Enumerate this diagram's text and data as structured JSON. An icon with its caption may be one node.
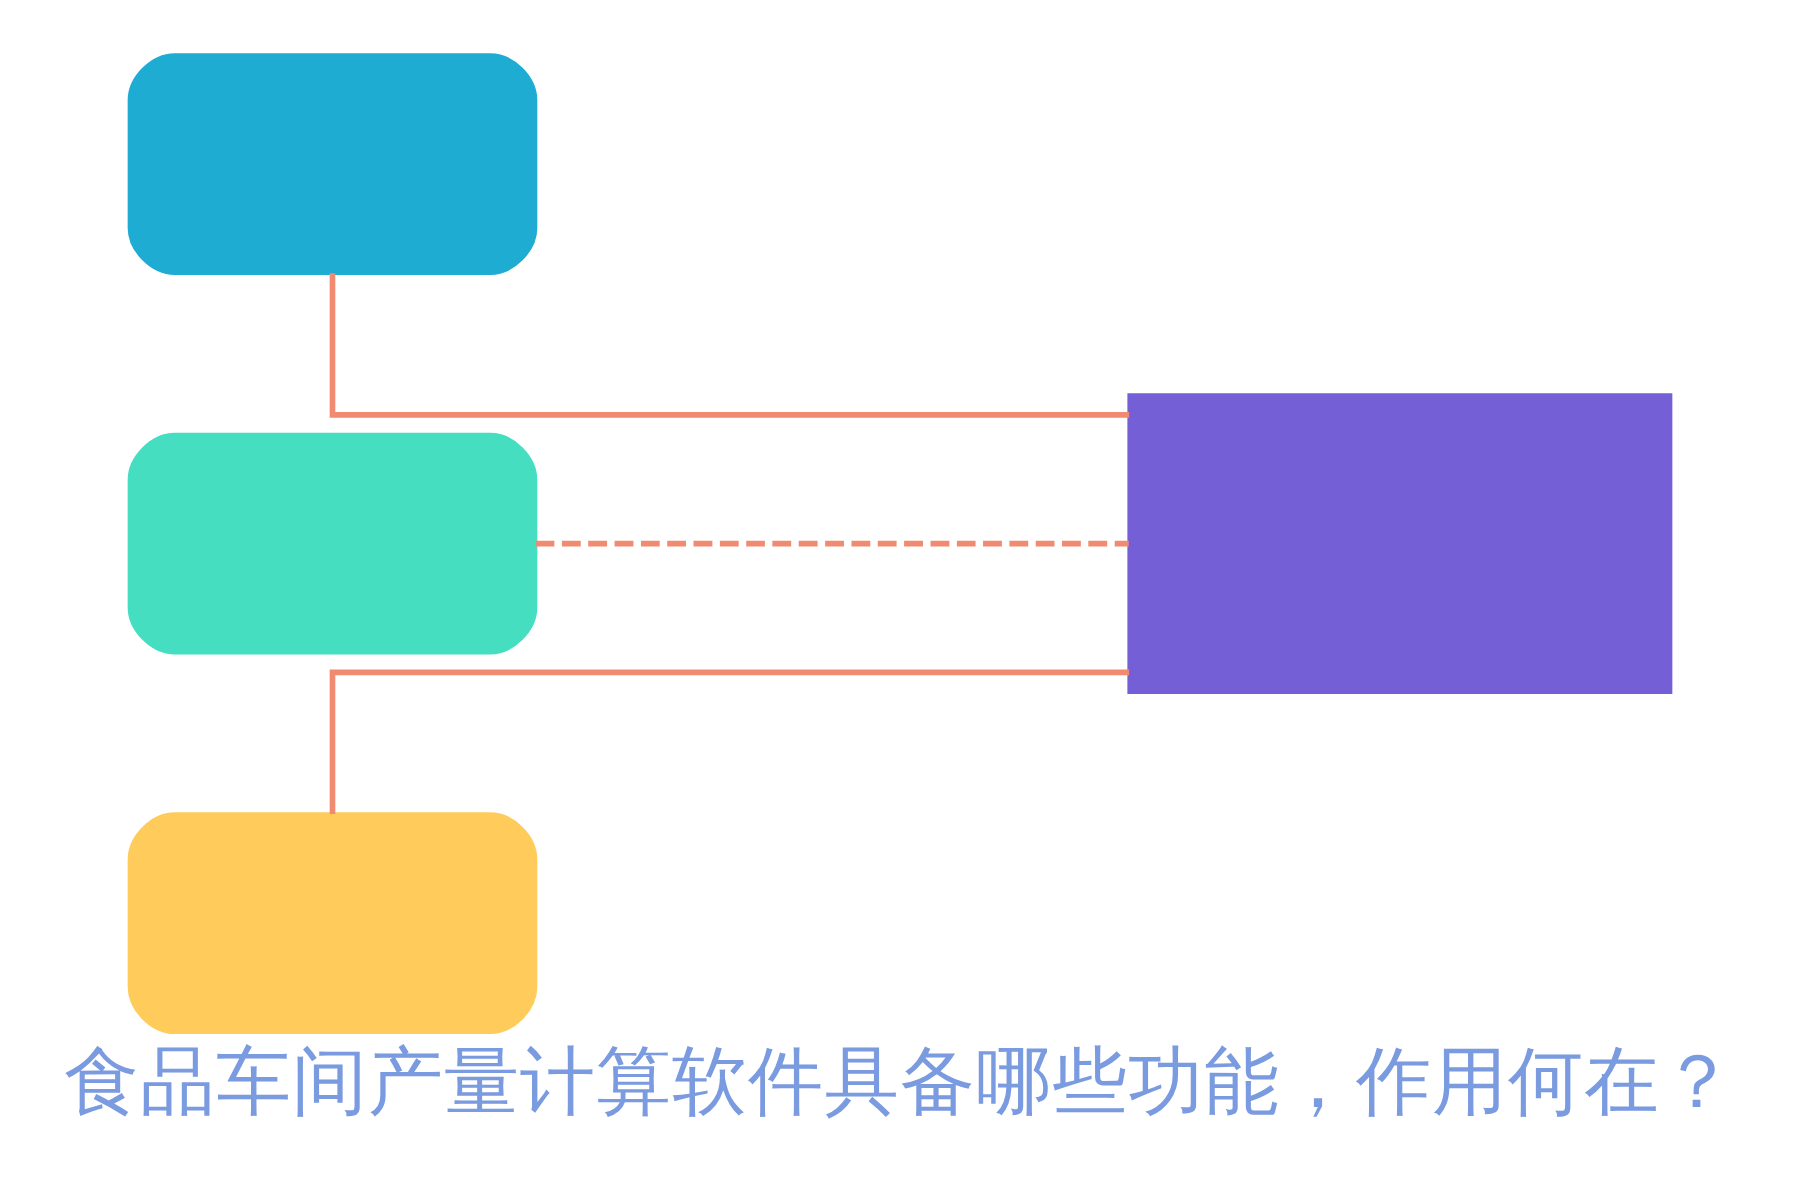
{
  "diagram": {
    "caption": "食品车间产量计算软件具备哪些功能，作用何在？",
    "nodes": [
      {
        "text": [],
        "shape": "box"
      },
      {
        "text": [],
        "shape": "box"
      },
      {
        "text": [],
        "shape": "box"
      },
      {
        "text": [],
        "shape": "box"
      }
    ],
    "edges": [
      {
        "from": 0,
        "to": 3,
        "arrow": "none"
      },
      {
        "from": 1,
        "to": 3,
        "arrow": "none",
        "style": "dashed"
      },
      {
        "from": 2,
        "to": 3,
        "arrow": "none"
      }
    ]
  }
}
